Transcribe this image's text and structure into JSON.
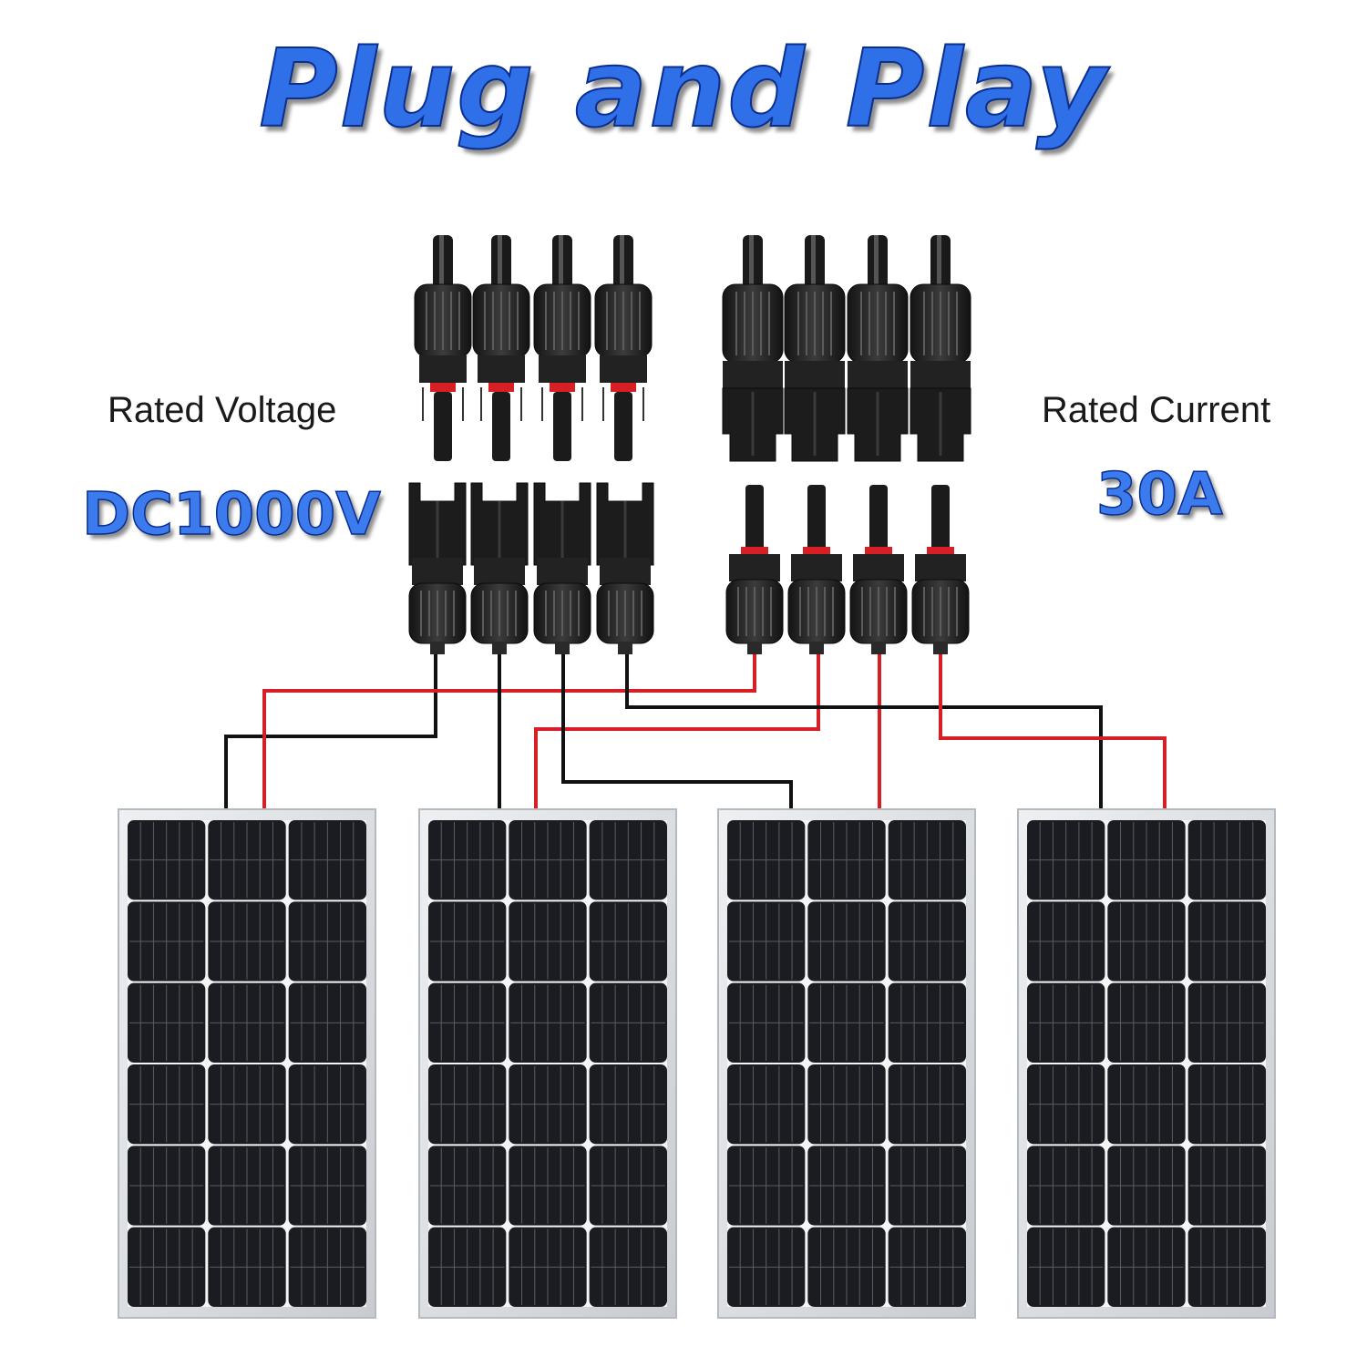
{
  "title": "Plug and Play",
  "specs": {
    "voltage": {
      "label": "Rated Voltage",
      "value": "DC1000V"
    },
    "current": {
      "label": "Rated Current",
      "value": "30A"
    }
  },
  "colors": {
    "headline_blue": "#2f6fe8",
    "value_blue": "#3b7bee",
    "positive_wire": "#d81f26",
    "negative_wire": "#111111",
    "panel_frame": "#d9dde2",
    "cell_dark": "#1b1c22"
  },
  "illustration": {
    "connectors_per_row": 4,
    "solar_panels": 4
  }
}
